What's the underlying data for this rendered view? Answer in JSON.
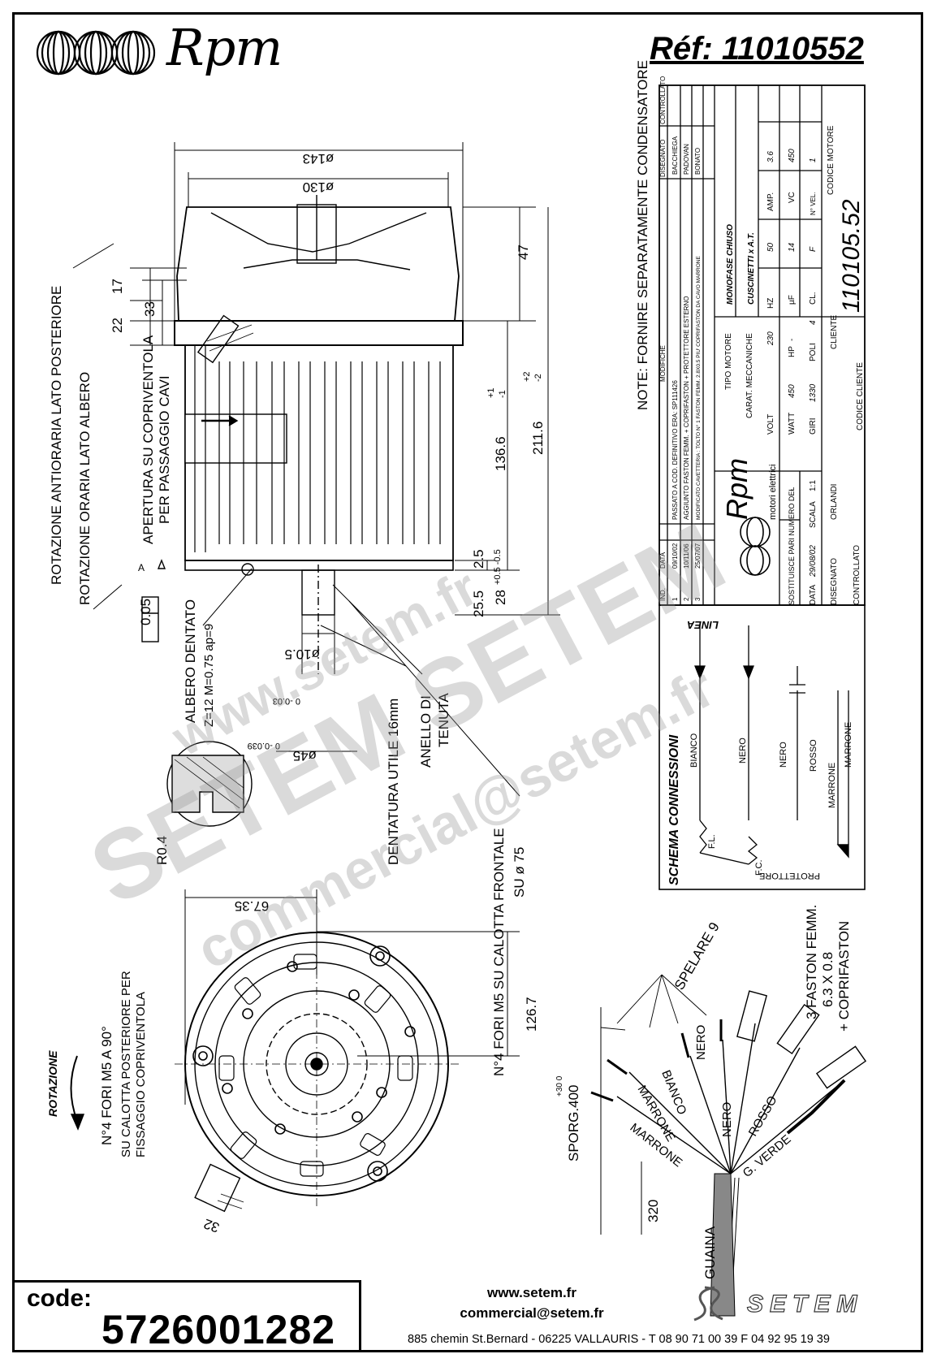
{
  "header": {
    "brand": "Rpm",
    "ref": "Réf:  11010552"
  },
  "notes": {
    "note": "NOTE: FORNIRE SEPARATAMENTE CONDENSATORE"
  },
  "dims": {
    "d143": "ø143",
    "d130": "ø130",
    "h47": "47",
    "h17": "17",
    "h22": "22",
    "h33": "33",
    "h136": "136.6",
    "h136tol_up": "+1",
    "h136tol_dn": "-1",
    "h211": "211.6",
    "h211tol_up": "+2",
    "h211tol_dn": "-2",
    "h2_5": "2.5",
    "h2_5tol": "+0.5 -0.5",
    "h25_5": "25.5",
    "h28": "28",
    "d10_5": "ø10.5",
    "d10tol": "0 -0.03",
    "d45": "ø45",
    "d45tol": "0 -0.039",
    "tol005": "0.05",
    "ref_a": "A",
    "r04": "R0.4",
    "d67": "67.35",
    "d126": "126.7",
    "d320": "320",
    "d32": "32",
    "sporg": "SPORG.400",
    "sporgtol": "+30 0"
  },
  "labels": {
    "rot_post": "ROTAZIONE ANTIORARIA LATO POSTERIORE",
    "rot_alb": "ROTAZIONE ORARIA LATO ALBERO",
    "apertura1": "APERTURA SU COPRIVENTOLA",
    "apertura2": "PER PASSAGGIO CAVI",
    "albero1": "ALBERO DENTATO",
    "albero2": "Z=12 M=0.75 ap=9",
    "dentatura": "DENTATURA UTILE 16mm",
    "anello1": "ANELLO DI",
    "anello2": "TENUTA",
    "fori1": "N°4 FORI M5 SU CALOTTA FRONTALE",
    "fori2": "SU ø 75",
    "fori3": "N°4 FORI M5 A 90°",
    "fori4": "SU CALOTTA POSTERIORE PER",
    "fori5": "FISSAGGIO COPRIVENTOLA",
    "rotazione": "ROTAZIONE",
    "spelare": "SPELARE 9",
    "faston1": "3 FASTON FEMM.",
    "faston2": "6.3 X 0.8",
    "faston3": "+ COPRIFASTON",
    "guaina": "GUAINA",
    "w_marrone1": "MARRONE",
    "w_marrone2": "MARRONE",
    "w_bianco": "BIANCO",
    "w_nero1": "NERO",
    "w_nero2": "NERO",
    "w_rosso": "ROSSO",
    "w_gverde": "G. VERDE"
  },
  "schema": {
    "title": "SCHEMA CONNESSIONI",
    "linea": "LINEA",
    "bianco": "BIANCO",
    "nero1": "NERO",
    "nero2": "NERO",
    "rosso": "ROSSO",
    "marrone1": "MARRONE",
    "marrone2": "MARRONE",
    "fl": "F.L.",
    "fc": "F.C.",
    "protettore": "PROTETTORE"
  },
  "titleblock": {
    "mods": [
      {
        "n": "3",
        "date": "25/07/07",
        "text": "MODIFICATO CAVETTERIA : TOLTO N° 1 FASTON FEMM. 2.8X0.5 PIU' COPRIFASTON DA CAVO MARRONE",
        "by": "BONATO"
      },
      {
        "n": "2",
        "date": "10/11/06",
        "text": "AGGIUNTO FASTON FEMM. + COPRIFASTON + PROTETTORE ESTERNO",
        "by": "PADOVAN"
      },
      {
        "n": "1",
        "date": "09/10/02",
        "text": "PASSATO A COD. DEFINITIVO ERA: SP111426",
        "by": "BACCHIEGA"
      }
    ],
    "head_ind": "IND.",
    "head_data": "DATA",
    "head_mod": "MODIFICHE",
    "head_dis": "DISEGNATO",
    "head_ctrl": "CONTROLLATO",
    "tipo_motore_label": "TIPO MOTORE",
    "tipo_motore": "MONOFASE CHIUSO",
    "carat_label": "CARAT. MECCANICHE",
    "carat": "CUSCINETTI x A.T.",
    "volt_l": "VOLT",
    "volt": "230",
    "hz_l": "HZ",
    "hz": "50",
    "amp_l": "AMP.",
    "amp": "3.6",
    "watt_l": "WATT",
    "watt": "450",
    "hp_l": "HP",
    "hp": "-",
    "uf_l": "µF",
    "uf": "14",
    "vc_l": "VC",
    "vc": "450",
    "giri_l": "GIRI",
    "giri": "1330",
    "poli_l": "POLI",
    "poli": "4",
    "cl_l": "CL.",
    "cl": "F",
    "vel_l": "N° VEL.",
    "vel": "1",
    "cliente_l": "CLIENTE",
    "codice_cliente_l": "CODICE CLIENTE",
    "codice_motore_l": "CODICE MOTORE",
    "codice_motore": "110105.52",
    "sost_l": "SOSTITUISCE PARI NUMERO DEL",
    "sost": "-",
    "data_l": "DATA",
    "data": "29/08/02",
    "scala_l": "SCALA",
    "scala": "1:1",
    "disegnato_l": "DISEGNATO",
    "disegnato": "ORLANDI",
    "controllato_l": "CONTROLLATO",
    "logo": "Rpm",
    "logo_sub": "motori elettrici"
  },
  "footer": {
    "code_label": "code:",
    "code": "5726001282",
    "web": "www.setem.fr",
    "email": "commercial@setem.fr",
    "address": "885 chemin St.Bernard  -  06225 VALLAURIS  -  T 08 90 71 00 39   F 04 92 95 19 39",
    "setem_logo": "SETEM"
  },
  "watermarks": {
    "w1": "www.setem.fr",
    "w2": "SETEM SETEM",
    "w3": "commercial@setem.fr"
  }
}
